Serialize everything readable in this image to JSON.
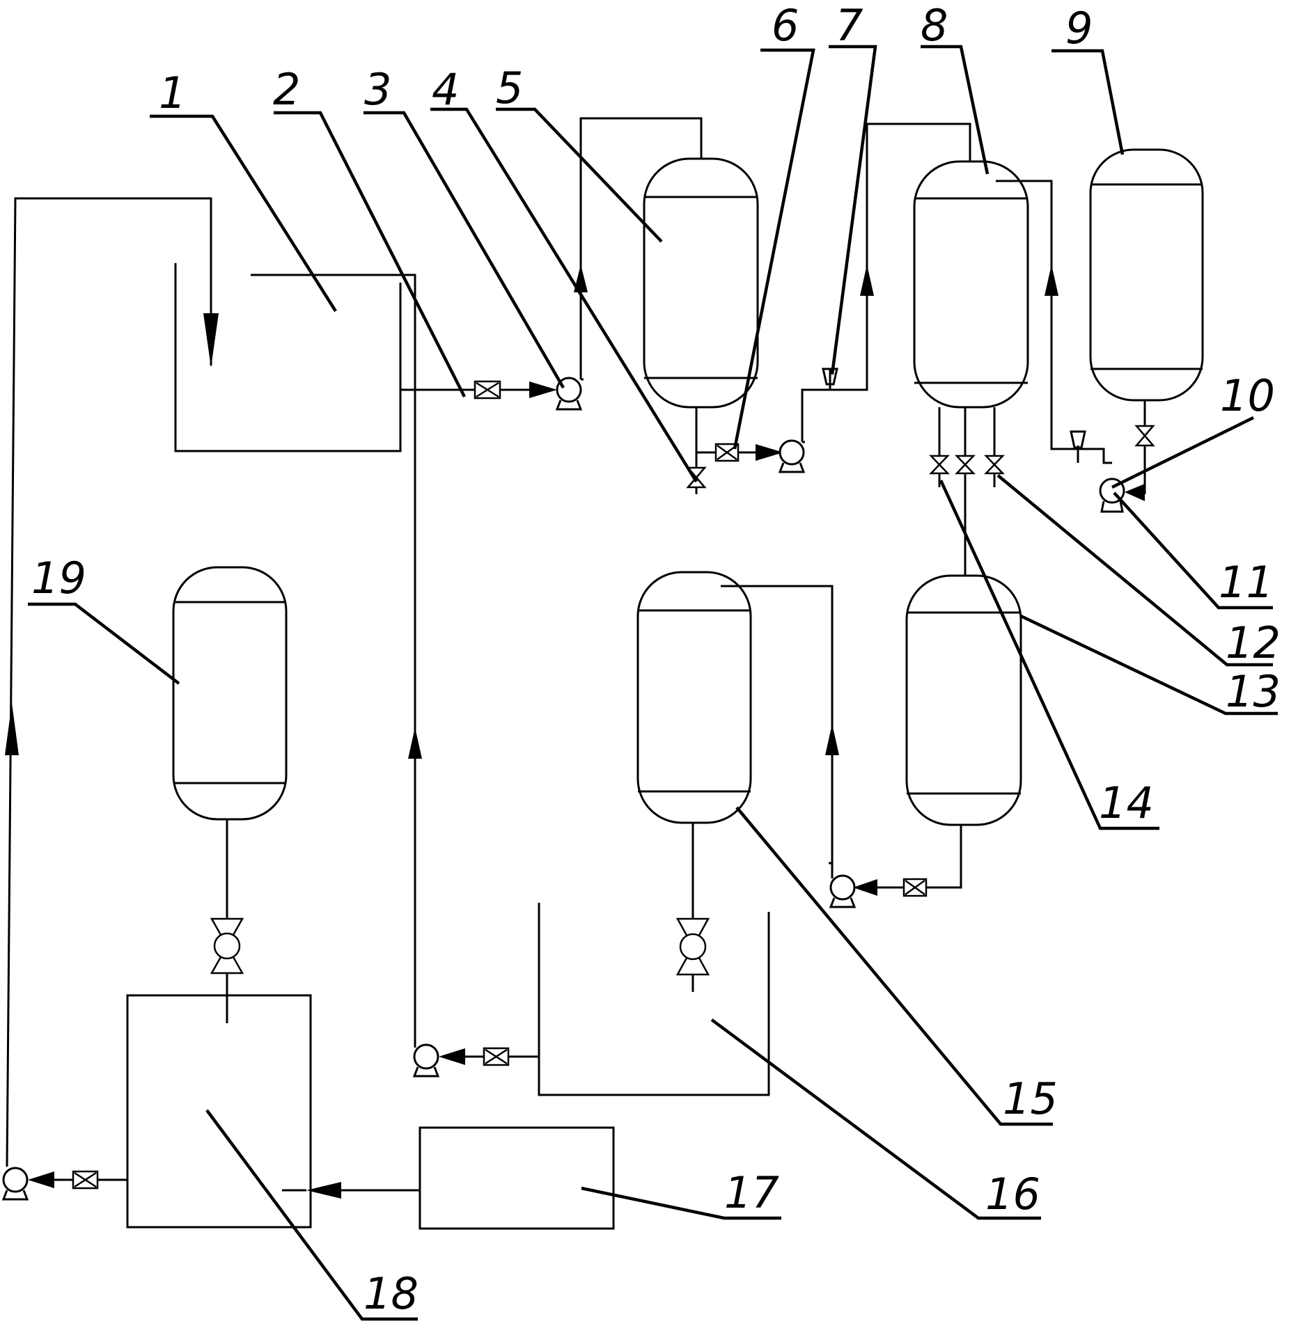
{
  "callouts": [
    "1",
    "2",
    "3",
    "4",
    "5",
    "6",
    "7",
    "8",
    "9",
    "10",
    "11",
    "12",
    "13",
    "14",
    "15",
    "16",
    "17",
    "18",
    "19"
  ]
}
